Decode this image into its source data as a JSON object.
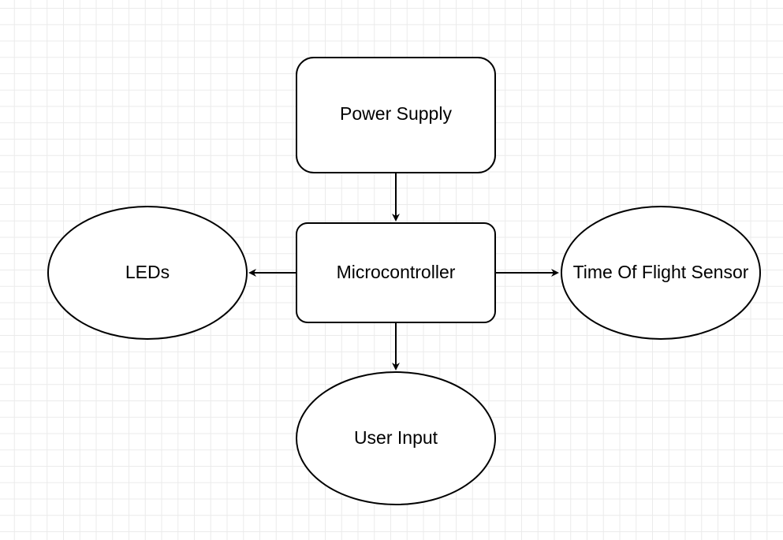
{
  "diagram": {
    "nodes": [
      {
        "id": "power",
        "label": "Power Supply",
        "shape": "rounded-rect"
      },
      {
        "id": "mcu",
        "label": "Microcontroller",
        "shape": "rounded-rect"
      },
      {
        "id": "leds",
        "label": "LEDs",
        "shape": "ellipse"
      },
      {
        "id": "tof",
        "label": "Time Of Flight Sensor",
        "shape": "ellipse"
      },
      {
        "id": "input",
        "label": "User Input",
        "shape": "ellipse"
      }
    ],
    "edges": [
      {
        "from": "power",
        "to": "mcu"
      },
      {
        "from": "mcu",
        "to": "leds"
      },
      {
        "from": "mcu",
        "to": "tof"
      },
      {
        "from": "mcu",
        "to": "input"
      }
    ],
    "colors": {
      "stroke": "#000000",
      "fill": "#ffffff",
      "grid": "#ebebeb"
    }
  }
}
